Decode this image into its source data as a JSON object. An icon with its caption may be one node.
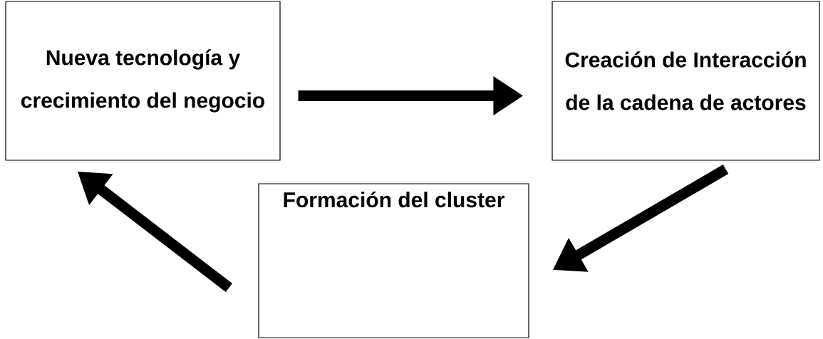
{
  "diagram": {
    "nodes": [
      {
        "text": [
          "Nueva tecnología y crecimiento del negocio"
        ]
      },
      {
        "text": [
          "Creación de Interacción de la cadena de actores"
        ]
      },
      {
        "text": [
          "Formación del cluster"
        ]
      }
    ],
    "edges": [
      {
        "from": 0,
        "to": 1,
        "arrow": "to"
      },
      {
        "from": 1,
        "to": 2,
        "arrow": "to"
      },
      {
        "from": 2,
        "to": 0,
        "arrow": "to"
      }
    ]
  }
}
